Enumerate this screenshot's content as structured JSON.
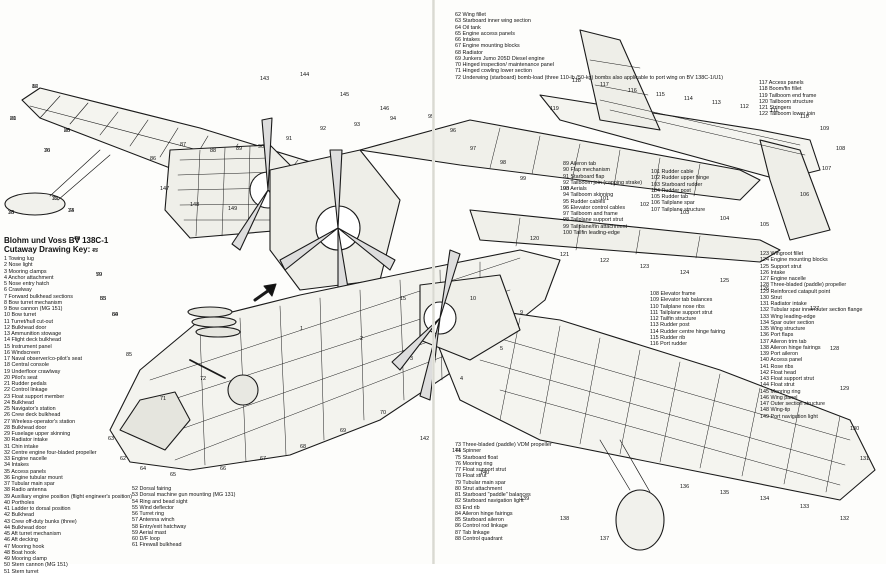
{
  "title": "Blohm und Voss BV 138C-1",
  "subtitle": "Cutaway Drawing Key:",
  "key_columns": [
    [
      "1 Towing lug",
      "2 Nose light",
      "3 Mooring clamps",
      "4 Anchor attachment",
      "5 Nose entry hatch",
      "6 Crawlway",
      "7 Forward bulkhead sections",
      "8 Bow turret mechanism",
      "9 Bow cannon (MG 151)",
      "10 Bow turret",
      "11 Turret/hull cut-out",
      "12 Bulkhead door",
      "13 Ammunition stowage",
      "14 Flight deck bulkhead",
      "15 Instrument panel",
      "16 Windscreen",
      "17 Naval observer/co-pilot's seat",
      "18 Central console",
      "19 Underfloor crawlway",
      "20 Pilot's seat",
      "21 Rudder pedals",
      "22 Control linkage",
      "23 Float support member",
      "24 Bulkhead",
      "25 Navigator's station",
      "26 Crew deck bulkhead",
      "27 Wireless-operator's station",
      "28 Bulkhead door",
      "29 Fuselage upper skinning",
      "30 Radiator intake",
      "31 Chin intake",
      "32 Centre engine four-bladed propeller",
      "33 Engine nacelle",
      "34 Intakes",
      "35 Access panels",
      "36 Engine tubular mount",
      "37 Tubular main spar",
      "38 Radio antenna",
      "39 Auxiliary engine position (flight engineer's position)",
      "40 Portholes",
      "41 Ladder to dorsal position",
      "42 Bulkhead",
      "43 Crew off-duty bunks (three)",
      "44 Bulkhead door",
      "45 Aft turret mechanism",
      "46 Aft decking",
      "47 Mooring hook",
      "48 Boat hook",
      "49 Mooring clamp",
      "50 Stern cannon (MG 151)",
      "51 Stern turret"
    ],
    [
      "52 Dorsal fairing",
      "53 Dorsal machine gun mounting (MG 131)",
      "54 Ring and bead sight",
      "55 Wind deflector",
      "56 Turret ring",
      "57 Antenna winch",
      "58 Entry/exit hatchway",
      "59 Aerial mast",
      "60 D/F loop",
      "61 Firewall bulkhead"
    ],
    [
      "62 Wing fillet",
      "63 Starboard inner wing section",
      "64 Oil tank",
      "65 Engine access panels",
      "66 Intakes",
      "67 Engine mounting blocks",
      "68 Radiator",
      "69 Junkers Jumo 205D Diesel engine",
      "70 Hinged inspection/ maintenance panel",
      "71 Hinged cowling lower section",
      "72 Underwing (starboard) bomb-load (three 110-lb (50-kg) bombs also applicable to port wing on BV 138C-1/U1)"
    ],
    [
      "89 Aileron tab",
      "90 Flap mechanism",
      "91 Starboard flap",
      "92 Tailboom join (capping strake)",
      "93 Aerials",
      "94 Tailboom skinning",
      "95 Rudder cables",
      "96 Elevator control cables",
      "97 Tailboom and frame",
      "98 Tailplane support strut",
      "99 Tailplane/fin attachment",
      "100 Tailfin leading-edge"
    ],
    [
      "101 Rudder cable",
      "102 Rudder upper hinge",
      "103 Starboard rudder",
      "104 Rudder post",
      "105 Rudder tab",
      "106 Tailplane spar",
      "107 Tailplane structure"
    ],
    [
      "117 Access panels",
      "118 Boom/fin fillet",
      "119 Tailboom end frame",
      "120 Tailboom structure",
      "121 Stringers",
      "122 Tailboom lower join"
    ],
    [
      "123 Wingroot fillet",
      "124 Engine mounting blocks",
      "125 Support strut",
      "126 Intake",
      "127 Engine nacelle",
      "128 Three-bladed (paddle) propeller",
      "129 Reinforced catapult point",
      "130 Strut",
      "131 Radiator intake",
      "132 Tubular spar inner/outer section flange",
      "133 Wing leading-edge",
      "134 Spar outer section",
      "135 Wing structure",
      "136 Port flaps",
      "137 Aileron trim tab",
      "138 Aileron hinge fairings",
      "139 Port aileron",
      "140 Access panel",
      "141 Rose ribs",
      "142 Float head",
      "143 Float support strut",
      "144 Float strut",
      "145 Mooring ring",
      "146 Wing panel",
      "147 Outer section structure",
      "148 Wing-tip",
      "149 Port navigation light"
    ],
    [
      "108 Elevator frame",
      "109 Elevator tab balances",
      "110 Tailplane nose ribs",
      "111 Tailplane support strut",
      "112 Tailfin structure",
      "113 Rudder post",
      "114 Rudder centre hinge fairing",
      "115 Rudder rib",
      "116 Port rudder"
    ],
    [
      "73 Three-bladed (paddle) VDM propeller",
      "74 Spinner",
      "75 Starboard float",
      "76 Mooring ring",
      "77 Float support strut",
      "78 Float strut",
      "79 Tubular main spar",
      "80 Strut attachment",
      "81 Starboard \"paddle\" balances",
      "82 Starboard navigation light",
      "83 End rib",
      "84 Aileron hinge fairings",
      "85 Starboard aileron",
      "86 Control rod linkage",
      "87 Tab linkage",
      "88 Control quadrant"
    ]
  ],
  "callouts": [
    "82",
    "81",
    "80",
    "76",
    "75",
    "74",
    "73",
    "78",
    "77",
    "79",
    "83",
    "84",
    "85",
    "86",
    "87",
    "88",
    "89",
    "90",
    "91",
    "92",
    "93",
    "94",
    "95",
    "96",
    "97",
    "98",
    "99",
    "100",
    "101",
    "102",
    "103",
    "104",
    "105",
    "106",
    "107",
    "108",
    "109",
    "110",
    "111",
    "112",
    "113",
    "114",
    "115",
    "116",
    "117",
    "118",
    "119",
    "120",
    "121",
    "122",
    "123",
    "124",
    "125",
    "126",
    "127",
    "128",
    "129",
    "130",
    "131",
    "132",
    "133",
    "134",
    "135",
    "136",
    "137",
    "138",
    "139",
    "140",
    "141",
    "142",
    "143",
    "144",
    "145",
    "146",
    "147",
    "148",
    "149",
    "62",
    "63",
    "64",
    "65",
    "66",
    "67",
    "68",
    "69",
    "70",
    "71",
    "72",
    "1",
    "2",
    "3",
    "4",
    "5",
    "9",
    "10",
    "15",
    "16",
    "20",
    "25",
    "30",
    "32",
    "33",
    "36",
    "40",
    "45",
    "50",
    "55",
    "60"
  ]
}
